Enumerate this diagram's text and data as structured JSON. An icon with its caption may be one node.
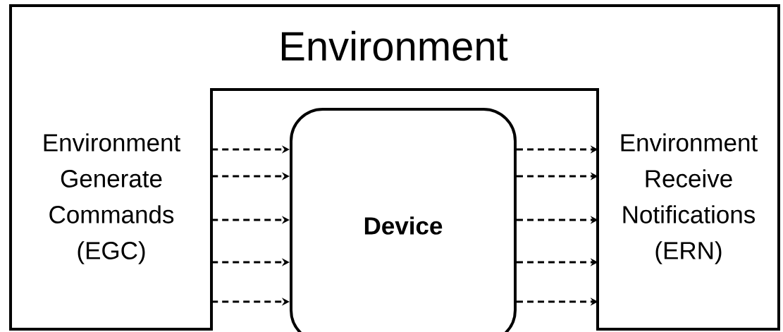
{
  "diagram": {
    "nodes": [
      {
        "text": [
          "Environment"
        ]
      },
      {
        "text": [
          "Environment Generate Commands (EGC)"
        ],
        "in": 0
      },
      {
        "text": [
          "Device"
        ]
      },
      {
        "text": [
          "Environment Receive Notifications (ERN)"
        ],
        "in": 0
      }
    ],
    "edges": [
      {
        "from": 1,
        "to": 2,
        "arrow": "to",
        "style": "dashed"
      },
      {
        "from": 1,
        "to": 2,
        "arrow": "to",
        "style": "dashed"
      },
      {
        "from": 1,
        "to": 2,
        "arrow": "to",
        "style": "dashed"
      },
      {
        "from": 1,
        "to": 2,
        "arrow": "to",
        "style": "dashed"
      },
      {
        "from": 1,
        "to": 2,
        "arrow": "to",
        "style": "dashed"
      },
      {
        "from": 2,
        "to": 3,
        "arrow": "to",
        "style": "dashed"
      },
      {
        "from": 2,
        "to": 3,
        "arrow": "to",
        "style": "dashed"
      },
      {
        "from": 2,
        "to": 3,
        "arrow": "to",
        "style": "dashed"
      },
      {
        "from": 2,
        "to": 3,
        "arrow": "to",
        "style": "dashed"
      },
      {
        "from": 2,
        "to": 3,
        "arrow": "to",
        "style": "dashed"
      }
    ]
  }
}
